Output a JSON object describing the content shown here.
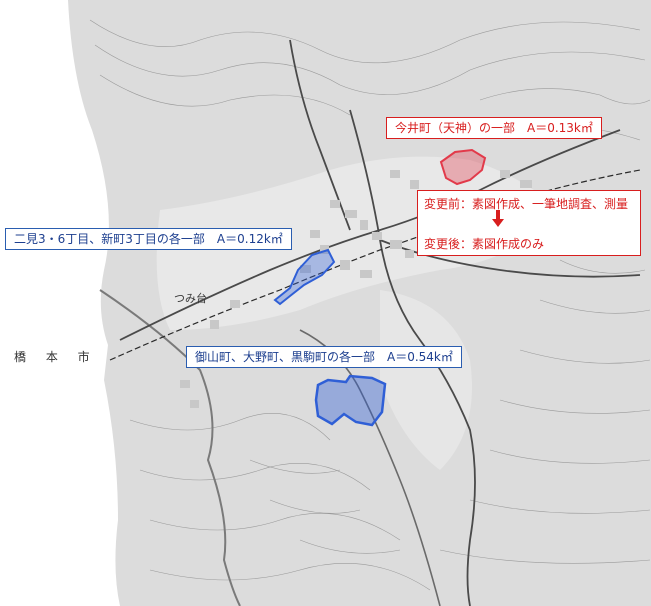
{
  "map": {
    "city_name": "橋 本 市",
    "town_label": "つみ台",
    "areas": [
      {
        "id": "imai",
        "label": "今井町（天神）の一部　A＝0.13k㎡",
        "color": "#e23a4a"
      },
      {
        "id": "futami",
        "label": "二見3・6丁目、新町3丁目の各一部　A＝0.12k㎡",
        "color": "#2f5fd6"
      },
      {
        "id": "mikayama",
        "label": "御山町、大野町、黒駒町の各一部　A＝0.54k㎡",
        "color": "#2f5fd6"
      }
    ],
    "change": {
      "before": "変更前：素図作成、一筆地調査、測量",
      "after": "変更後：素図作成のみ"
    },
    "colors": {
      "accent_red": "#d81e1e",
      "accent_blue": "#2a5db0"
    }
  }
}
